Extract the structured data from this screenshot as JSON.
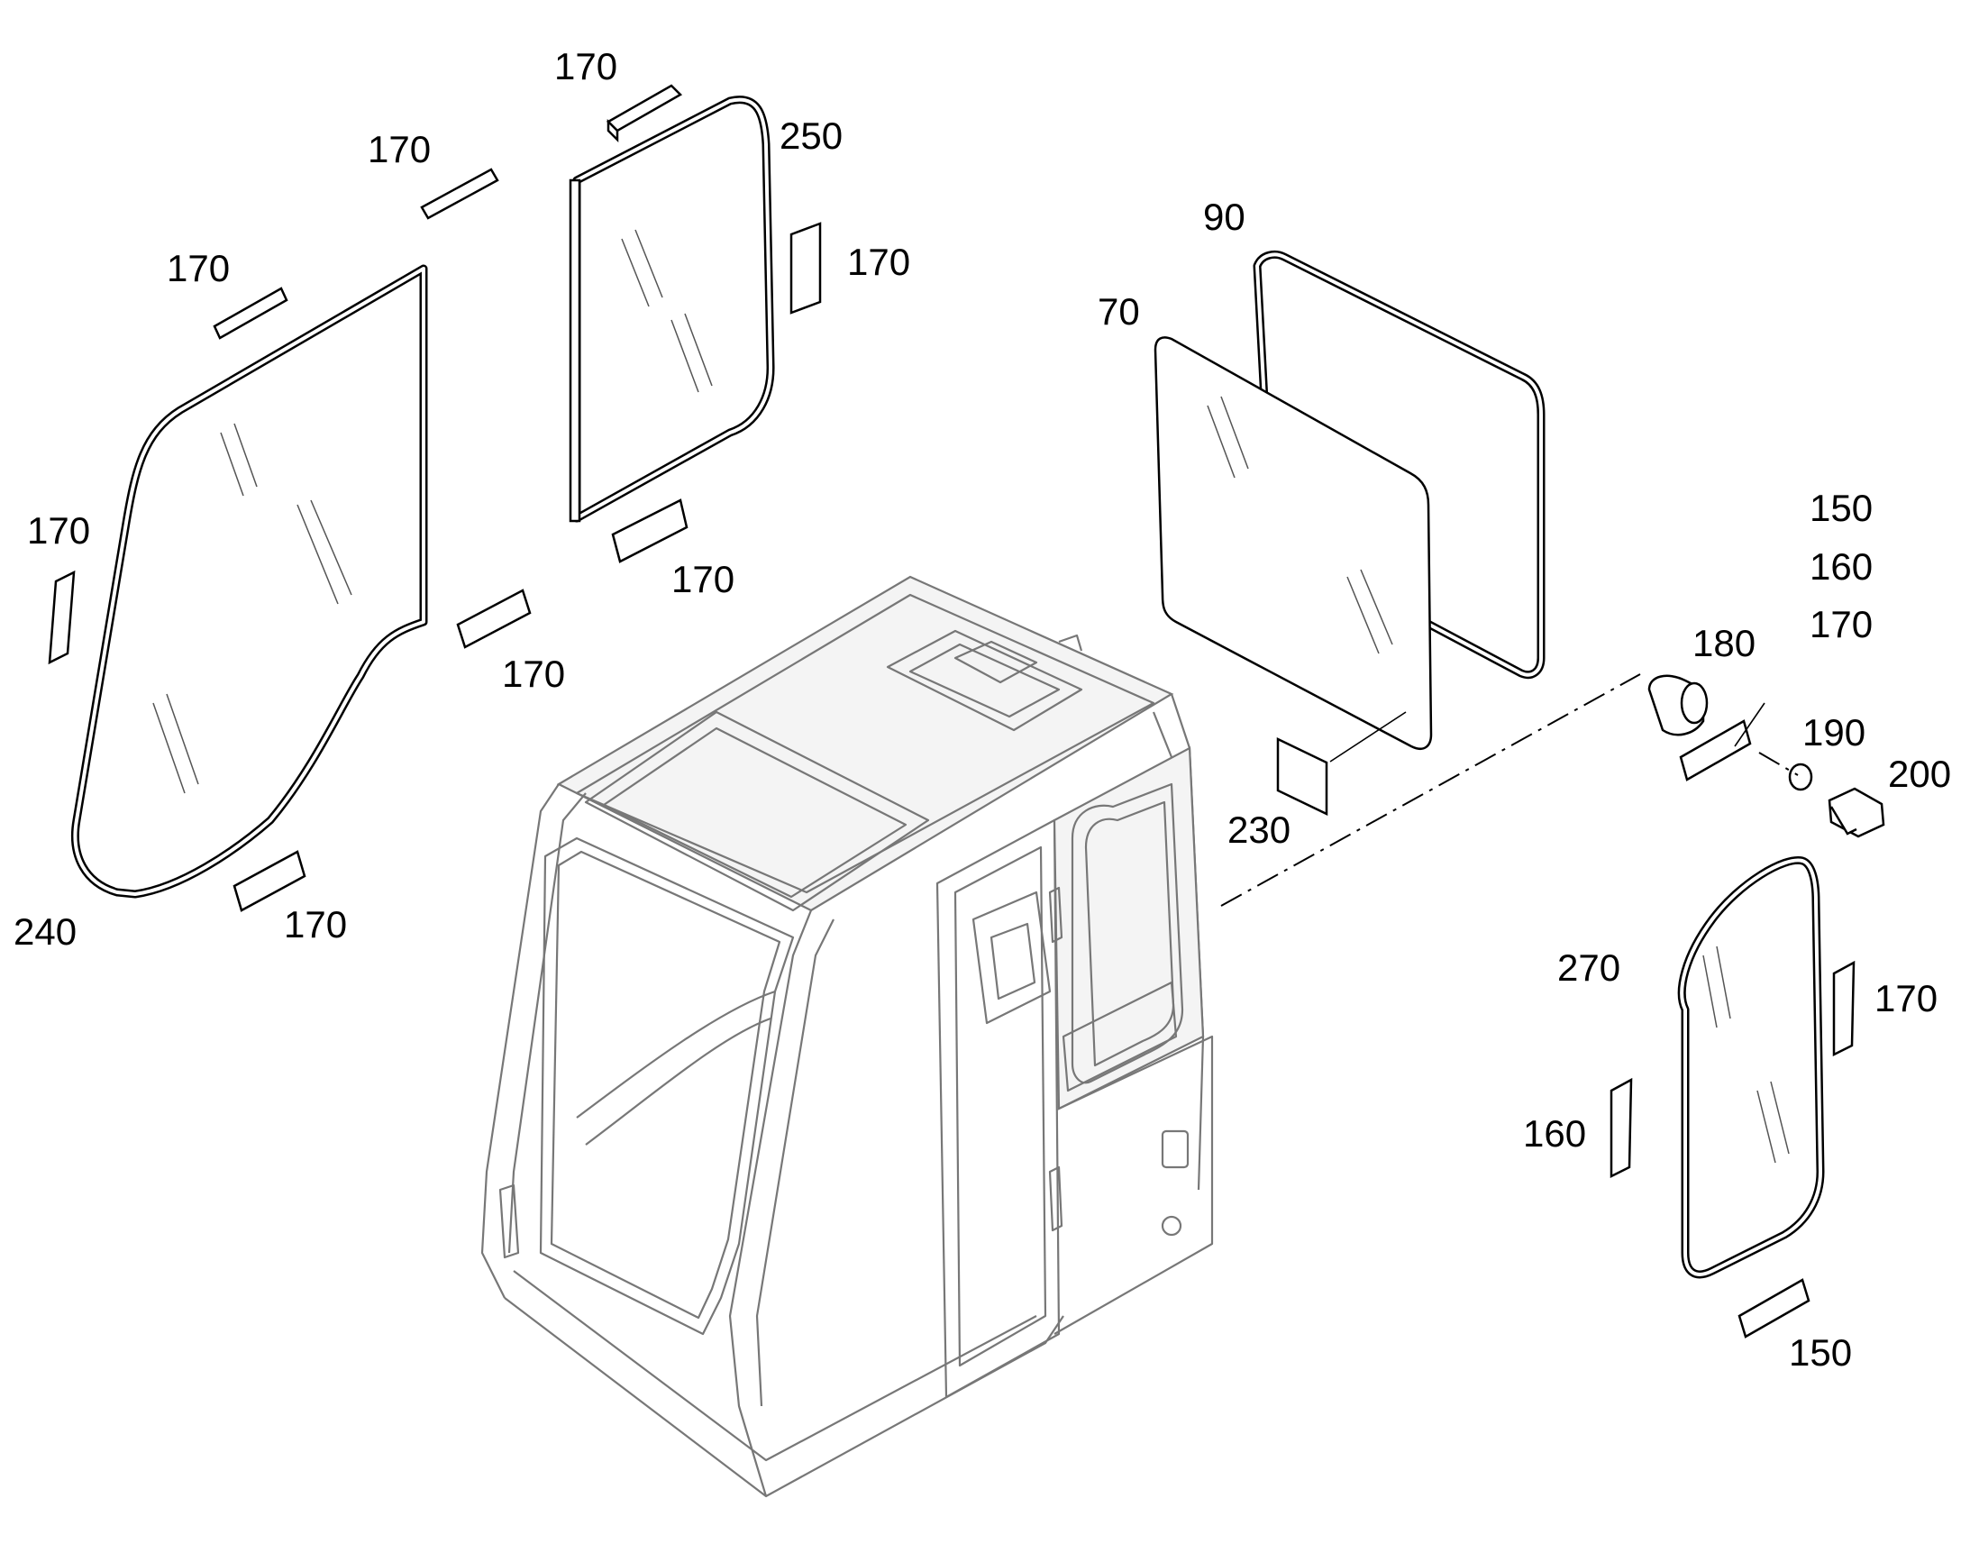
{
  "callouts": {
    "c170_top": "170",
    "c250": "250",
    "c170_b": "170",
    "c170_c": "170",
    "c170_d": "170",
    "c170_e": "170",
    "c170_f": "170",
    "c170_g": "170",
    "c170_h": "170",
    "c240": "240",
    "c90": "90",
    "c70": "70",
    "c150_top": "150",
    "c160_top": "160",
    "c170_stack": "170",
    "c180": "180",
    "c190": "190",
    "c200": "200",
    "c230": "230",
    "c270": "270",
    "c170_right": "170",
    "c160_right": "160",
    "c150_bottom": "150"
  }
}
